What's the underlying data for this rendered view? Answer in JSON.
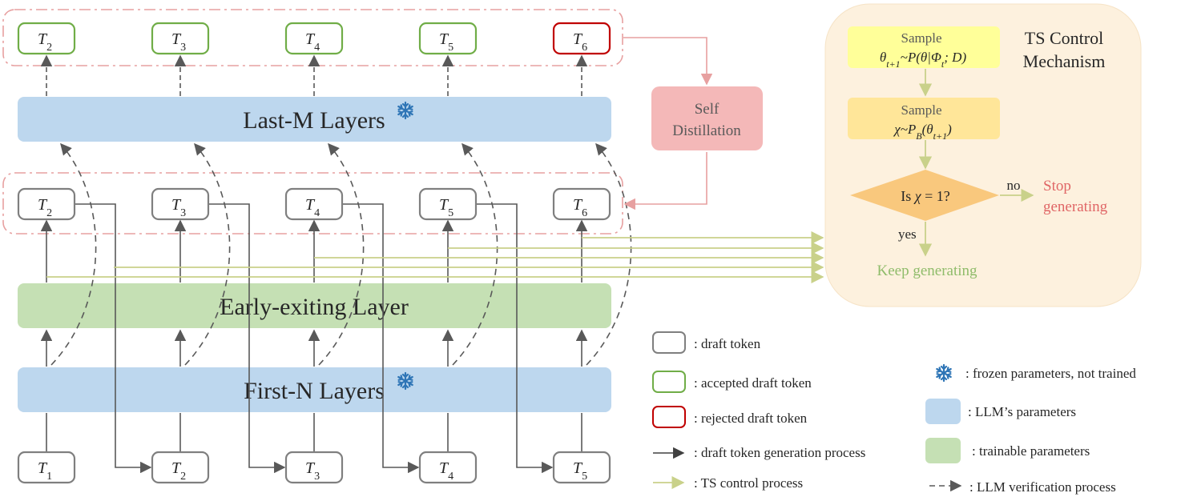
{
  "layers": {
    "last_m": "Last-M Layers",
    "early_exit": "Early-exiting Layer",
    "first_n": "First-N Layers"
  },
  "token_letter": "T",
  "top_tokens": [
    {
      "sub": "2",
      "status": "accepted"
    },
    {
      "sub": "3",
      "status": "accepted"
    },
    {
      "sub": "4",
      "status": "accepted"
    },
    {
      "sub": "5",
      "status": "accepted"
    },
    {
      "sub": "6",
      "status": "rejected"
    }
  ],
  "mid_tokens": [
    {
      "sub": "2"
    },
    {
      "sub": "3"
    },
    {
      "sub": "4"
    },
    {
      "sub": "5"
    },
    {
      "sub": "6"
    }
  ],
  "bottom_tokens": [
    {
      "sub": "1"
    },
    {
      "sub": "2"
    },
    {
      "sub": "3"
    },
    {
      "sub": "4"
    },
    {
      "sub": "5"
    }
  ],
  "self_distillation": {
    "line1": "Self",
    "line2": "Distillation"
  },
  "ts_control": {
    "title_line1": "TS Control",
    "title_line2": "Mechanism",
    "sample_label": "Sample",
    "sample1_formula": "θt+1~P(θ|Φt; D)",
    "sample2_formula": "χ~PB(θt+1)",
    "decision": "Is χ = 1?",
    "no_label": "no",
    "yes_label": "yes",
    "stop_line1": "Stop",
    "stop_line2": "generating",
    "keep": "Keep generating"
  },
  "legend": {
    "draft_token": ": draft token",
    "accepted": ": accepted draft token",
    "rejected": ": rejected draft token",
    "gen_process": ": draft token generation process",
    "ts_process": ": TS control process",
    "frozen": ": frozen parameters, not trained",
    "llm_params": ": LLM’s parameters",
    "trainable": ": trainable parameters",
    "verification": ": LLM verification process"
  },
  "colors": {
    "layer_blue": "#bdd7ee",
    "layer_green": "#c5e0b4",
    "token_gray": "#7f7f7f",
    "token_green": "#70ad47",
    "token_red": "#c00000",
    "distill_pink": "#f4b8b8",
    "ts_panel": "#fdf1de",
    "sample_yellow": "#ffff99",
    "sample_gold": "#ffe699",
    "decision_orange": "#f9c87d",
    "ts_arrow": "#c9d18a",
    "stop_red": "#e06666",
    "keep_green": "#8fbc6a",
    "frozen_blue": "#2e75b6"
  }
}
